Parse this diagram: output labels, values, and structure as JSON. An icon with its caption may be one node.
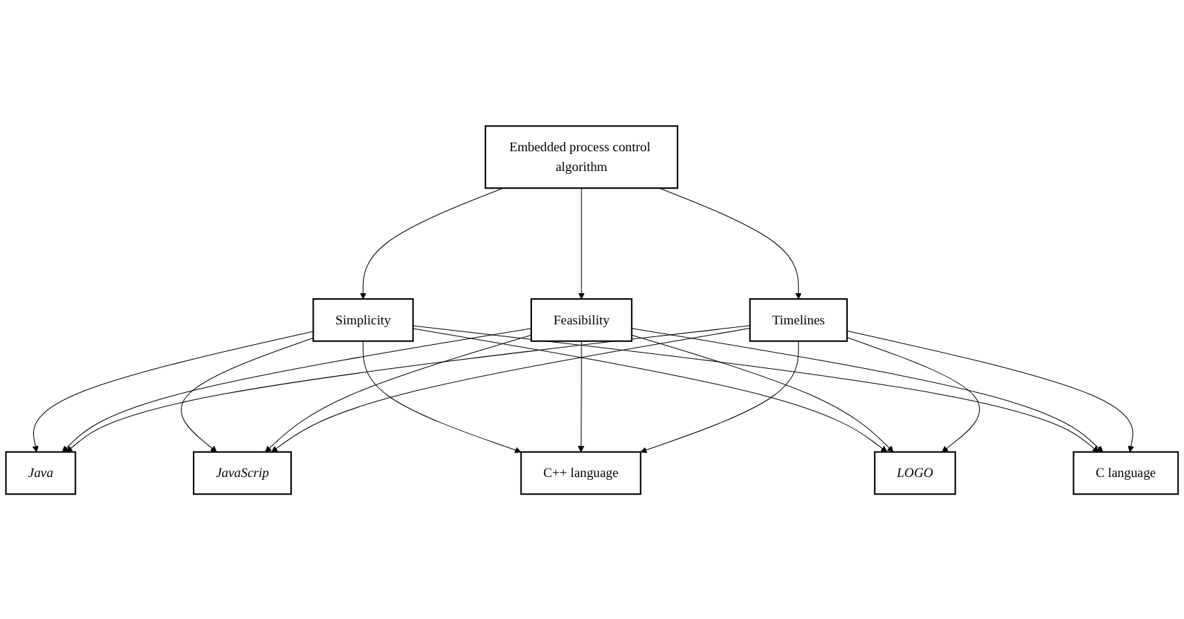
{
  "diagram": {
    "nodes": [
      {
        "text": [
          "Embedded process control algorithm"
        ]
      },
      {
        "text": [
          "Simplicity"
        ]
      },
      {
        "text": [
          "Feasibility"
        ]
      },
      {
        "text": [
          "Timelines"
        ]
      },
      {
        "text": [
          "Java"
        ]
      },
      {
        "text": [
          "JavaScrip"
        ]
      },
      {
        "text": [
          "C++ language"
        ]
      },
      {
        "text": [
          "LOGO"
        ]
      },
      {
        "text": [
          "C language"
        ]
      }
    ],
    "edges": [
      {
        "from": 0,
        "to": 1,
        "arrow": "to"
      },
      {
        "from": 0,
        "to": 2,
        "arrow": "to"
      },
      {
        "from": 0,
        "to": 3,
        "arrow": "to"
      },
      {
        "from": 1,
        "to": 4,
        "arrow": "to"
      },
      {
        "from": 1,
        "to": 5,
        "arrow": "to"
      },
      {
        "from": 1,
        "to": 6,
        "arrow": "to"
      },
      {
        "from": 1,
        "to": 7,
        "arrow": "to"
      },
      {
        "from": 1,
        "to": 8,
        "arrow": "to"
      },
      {
        "from": 2,
        "to": 4,
        "arrow": "to"
      },
      {
        "from": 2,
        "to": 5,
        "arrow": "to"
      },
      {
        "from": 2,
        "to": 6,
        "arrow": "to"
      },
      {
        "from": 2,
        "to": 7,
        "arrow": "to"
      },
      {
        "from": 2,
        "to": 8,
        "arrow": "to"
      },
      {
        "from": 3,
        "to": 4,
        "arrow": "to"
      },
      {
        "from": 3,
        "to": 5,
        "arrow": "to"
      },
      {
        "from": 3,
        "to": 6,
        "arrow": "to"
      },
      {
        "from": 3,
        "to": 7,
        "arrow": "to"
      },
      {
        "from": 3,
        "to": 8,
        "arrow": "to"
      }
    ]
  }
}
